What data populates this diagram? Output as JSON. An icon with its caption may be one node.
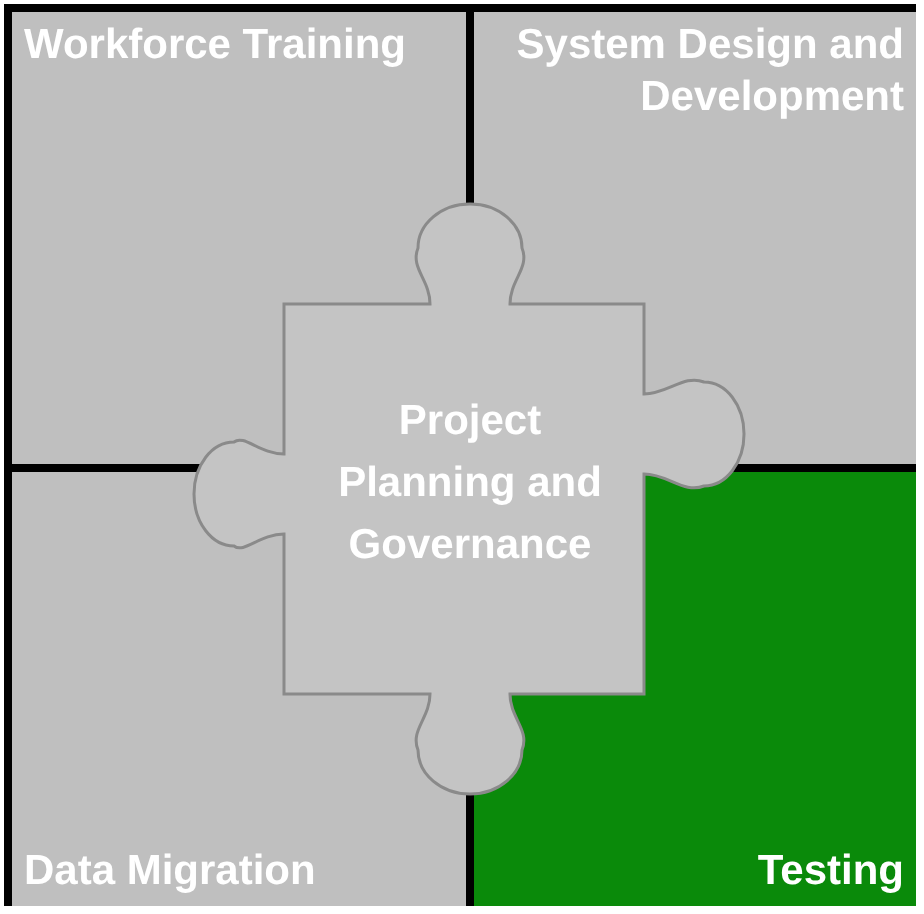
{
  "diagram": {
    "nodes": [
      {
        "text": [
          "Workforce Training"
        ]
      },
      {
        "text": [
          "System Design and Development"
        ]
      },
      {
        "text": [
          "Project Planning and Governance"
        ]
      },
      {
        "text": [
          "Data Migration"
        ]
      },
      {
        "text": [
          "Testing"
        ]
      }
    ]
  }
}
